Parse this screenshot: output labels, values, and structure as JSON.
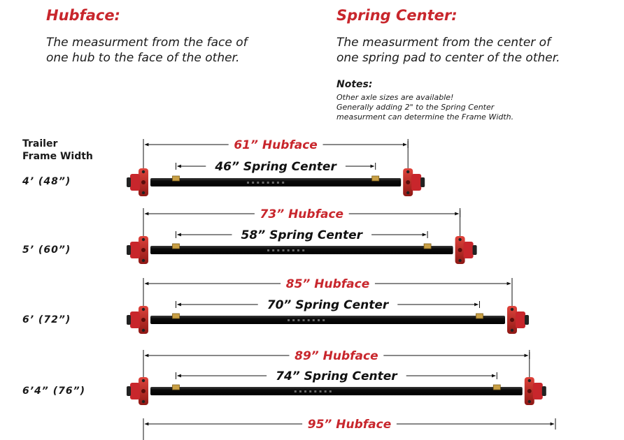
{
  "definitions": {
    "hubface": {
      "heading": "Hubface:",
      "text_line1": "The measurment from the face of",
      "text_line2": "one hub to the face of the other."
    },
    "spring_center": {
      "heading": "Spring Center:",
      "text_line1": "The measurment from the center of",
      "text_line2": "one spring pad to center of the other."
    }
  },
  "notes": {
    "heading": "Notes:",
    "line1": "Other axle sizes are available!",
    "line2": "Generally adding 2\" to the Spring Center",
    "line3": "measurment can determine the Frame Width."
  },
  "frame_width_label_line1": "Trailer",
  "frame_width_label_line2": "Frame Width",
  "axles": [
    {
      "frame_width": "4’  (48”)",
      "hubface": "61” Hubface",
      "spring_center": "46” Spring Center",
      "hubface_in": 61,
      "spring_center_in": 46
    },
    {
      "frame_width": "5’  (60”)",
      "hubface": "73” Hubface",
      "spring_center": "58” Spring Center",
      "hubface_in": 73,
      "spring_center_in": 58
    },
    {
      "frame_width": "6’  (72”)",
      "hubface": "85” Hubface",
      "spring_center": "70” Spring Center",
      "hubface_in": 85,
      "spring_center_in": 70
    },
    {
      "frame_width": "6’4”  (76”)",
      "hubface": "89” Hubface",
      "spring_center": "74” Spring Center",
      "hubface_in": 89,
      "spring_center_in": 74
    },
    {
      "hubface": "95” Hubface",
      "hubface_in": 95
    }
  ],
  "colors": {
    "accent_red": "#c8262c",
    "axle_black": "#111111",
    "spring_pad_gold": "#c9a045"
  }
}
